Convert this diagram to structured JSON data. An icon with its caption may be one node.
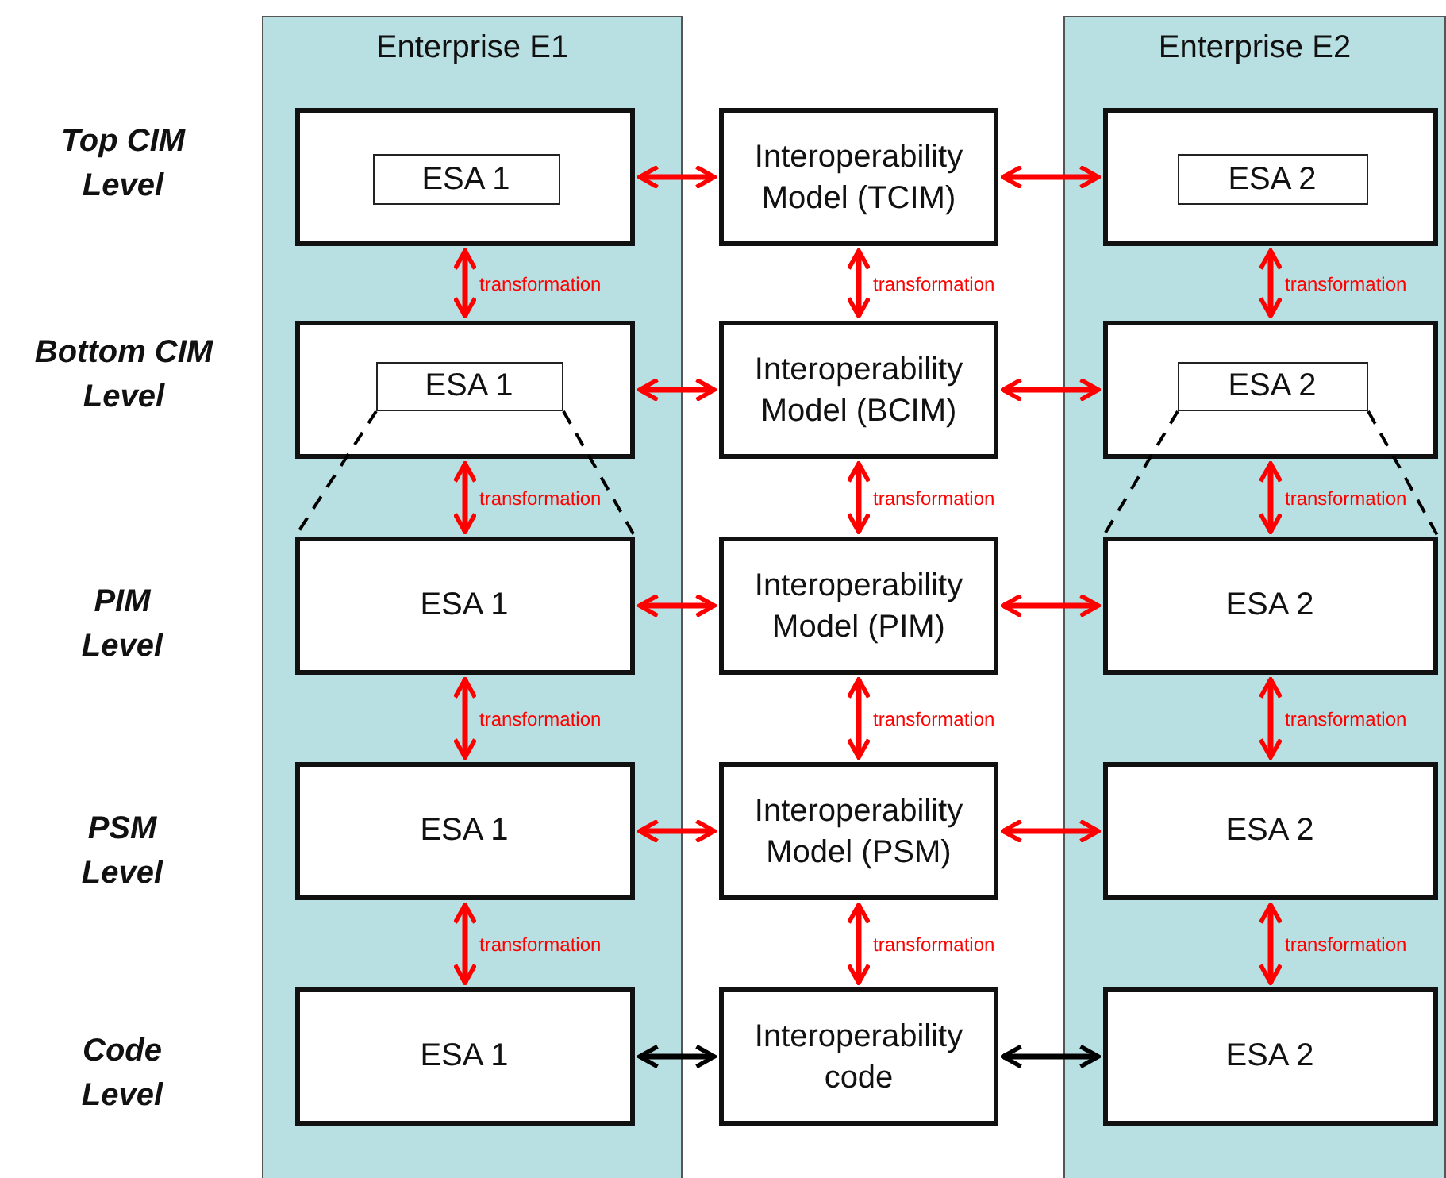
{
  "diagram": {
    "nodes": [
      {
        "text": [
          "Enterprise E1"
        ]
      },
      {
        "text": [
          "Enterprise E2"
        ]
      },
      {
        "text": [],
        "shape": "box",
        "in": 0
      },
      {
        "text": [
          "ESA 1"
        ],
        "in": 2
      },
      {
        "text": [
          "Interoperability Model (TCIM)"
        ]
      },
      {
        "text": [],
        "shape": "box",
        "in": 1
      },
      {
        "text": [
          "ESA 2"
        ],
        "in": 5
      },
      {
        "text": [],
        "shape": "box",
        "in": 0
      },
      {
        "text": [
          "ESA 1"
        ],
        "in": 7
      },
      {
        "text": [
          "Interoperability Model (BCIM)"
        ]
      },
      {
        "text": [],
        "shape": "box",
        "in": 1
      },
      {
        "text": [
          "ESA 2"
        ],
        "in": 10
      },
      {
        "text": [
          "ESA 1"
        ],
        "in": 0
      },
      {
        "text": [
          "Interoperability Model (PIM)"
        ]
      },
      {
        "text": [
          "ESA 2"
        ],
        "in": 1
      },
      {
        "text": [
          "ESA 1"
        ],
        "in": 0
      },
      {
        "text": [
          "Interoperability Model (PSM)"
        ]
      },
      {
        "text": [
          "ESA 2"
        ],
        "in": 1
      },
      {
        "text": [
          "ESA 1"
        ],
        "in": 0
      },
      {
        "text": [
          "Interoperability code"
        ]
      },
      {
        "text": [
          "ESA 2"
        ],
        "in": 1
      }
    ],
    "edges": [
      {
        "from": 2,
        "to": 4,
        "arrow": "both"
      },
      {
        "from": 4,
        "to": 5,
        "arrow": "both"
      },
      {
        "from": 2,
        "to": 7,
        "arrow": "both",
        "label": "transformation"
      },
      {
        "from": 4,
        "to": 9,
        "arrow": "both",
        "label": "transformation"
      },
      {
        "from": 5,
        "to": 10,
        "arrow": "both",
        "label": "transformation"
      },
      {
        "from": 7,
        "to": 9,
        "arrow": "both"
      },
      {
        "from": 9,
        "to": 10,
        "arrow": "both"
      },
      {
        "from": 8,
        "to": 12,
        "arrow": "none",
        "style": "dashed",
        "color": "#000000"
      },
      {
        "from": 8,
        "to": 12,
        "arrow": "none",
        "style": "dashed",
        "color": "#000000"
      },
      {
        "from": 11,
        "to": 14,
        "arrow": "none",
        "style": "dashed",
        "color": "#000000"
      },
      {
        "from": 11,
        "to": 14,
        "arrow": "none",
        "style": "dashed",
        "color": "#000000"
      },
      {
        "from": 7,
        "to": 12,
        "arrow": "both",
        "label": "transformation"
      },
      {
        "from": 9,
        "to": 13,
        "arrow": "both",
        "label": "transformation"
      },
      {
        "from": 10,
        "to": 14,
        "arrow": "both",
        "label": "transformation"
      },
      {
        "from": 12,
        "to": 13,
        "arrow": "both"
      },
      {
        "from": 13,
        "to": 14,
        "arrow": "both"
      },
      {
        "from": 12,
        "to": 15,
        "arrow": "both",
        "label": "transformation"
      },
      {
        "from": 13,
        "to": 16,
        "arrow": "both",
        "label": "transformation"
      },
      {
        "from": 14,
        "to": 17,
        "arrow": "both",
        "label": "transformation"
      },
      {
        "from": 15,
        "to": 16,
        "arrow": "both"
      },
      {
        "from": 16,
        "to": 17,
        "arrow": "both"
      },
      {
        "from": 15,
        "to": 18,
        "arrow": "both",
        "label": "transformation"
      },
      {
        "from": 16,
        "to": 19,
        "arrow": "both",
        "label": "transformation"
      },
      {
        "from": 17,
        "to": 20,
        "arrow": "both",
        "label": "transformation"
      },
      {
        "from": 18,
        "to": 19,
        "arrow": "both",
        "color": "#000000"
      },
      {
        "from": 19,
        "to": 20,
        "arrow": "both",
        "color": "#000000"
      }
    ],
    "labels": [
      "Top CIM Level",
      "Bottom CIM Level",
      "PIM Level",
      "PSM Level",
      "Code Level"
    ]
  }
}
